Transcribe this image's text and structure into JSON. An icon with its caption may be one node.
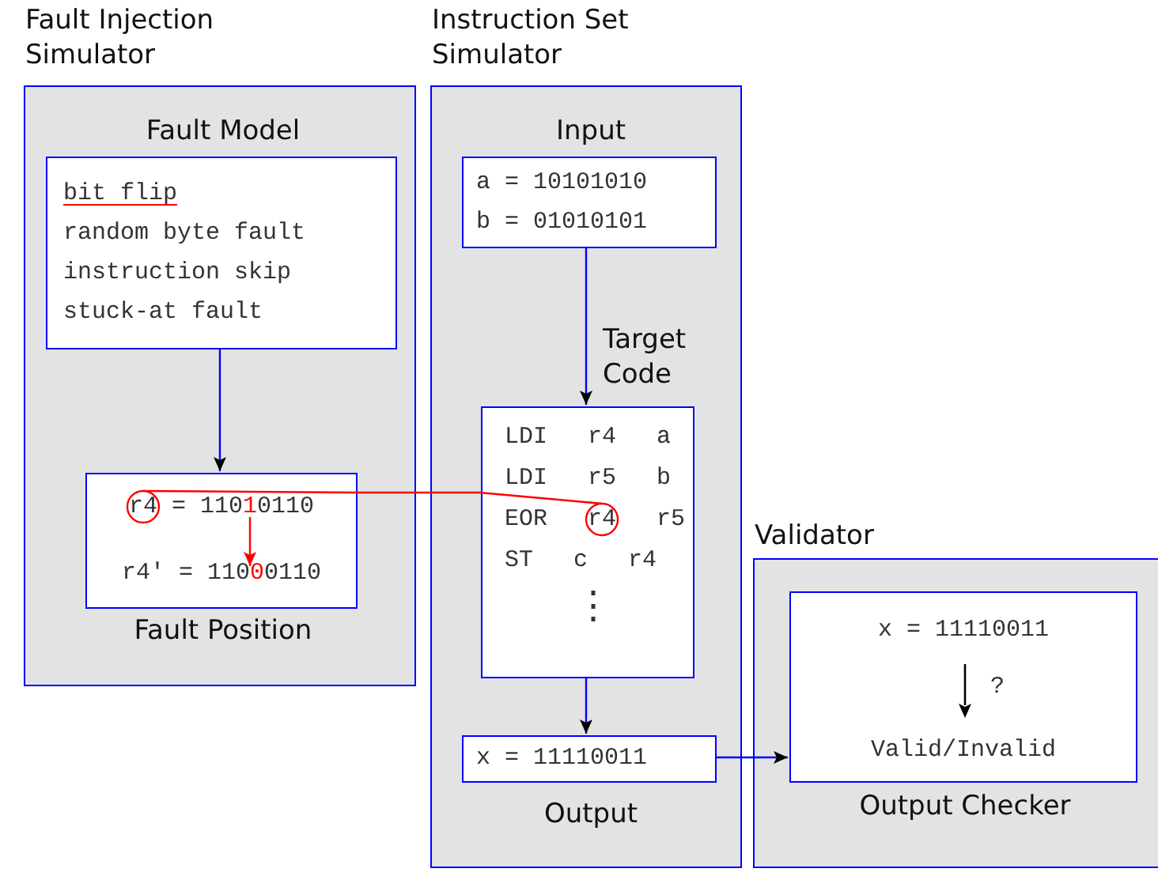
{
  "diagram": {
    "nodes": [
      {
        "text": [
          "Fault Injection Simulator"
        ]
      },
      {
        "text": [
          "Fault Model",
          "bit flip",
          "random byte fault",
          "instruction skip",
          "stuck-at fault"
        ],
        "in": 0
      },
      {
        "text": [
          "r4 = 11010110",
          "r4' = 11000110",
          "Fault Position"
        ],
        "in": 0
      },
      {
        "text": [
          "Instruction Set Simulator"
        ]
      },
      {
        "text": [
          "Input",
          "a = 10101010",
          "b = 01010101"
        ],
        "in": 3
      },
      {
        "text": [
          "Target Code",
          "LDI r4 a",
          "LDI r5 b",
          "EOR r4 r5",
          "ST c r4",
          "⋮"
        ],
        "in": 3
      },
      {
        "text": [
          "x = 11110011",
          "Output"
        ],
        "in": 3
      },
      {
        "text": [
          "Validator"
        ]
      },
      {
        "text": [
          "x = 11110011",
          "?",
          "Valid/Invalid",
          "Output Checker"
        ],
        "in": 7
      }
    ],
    "edges": [
      {
        "from": 1,
        "to": 2,
        "arrow": "to"
      },
      {
        "from": 4,
        "to": 5,
        "arrow": "to"
      },
      {
        "from": 5,
        "to": 6,
        "arrow": "to"
      },
      {
        "from": 6,
        "to": 8,
        "arrow": "to"
      },
      {
        "from": 2,
        "to": 5,
        "arrow": "none",
        "color": "#ff0000"
      }
    ]
  }
}
